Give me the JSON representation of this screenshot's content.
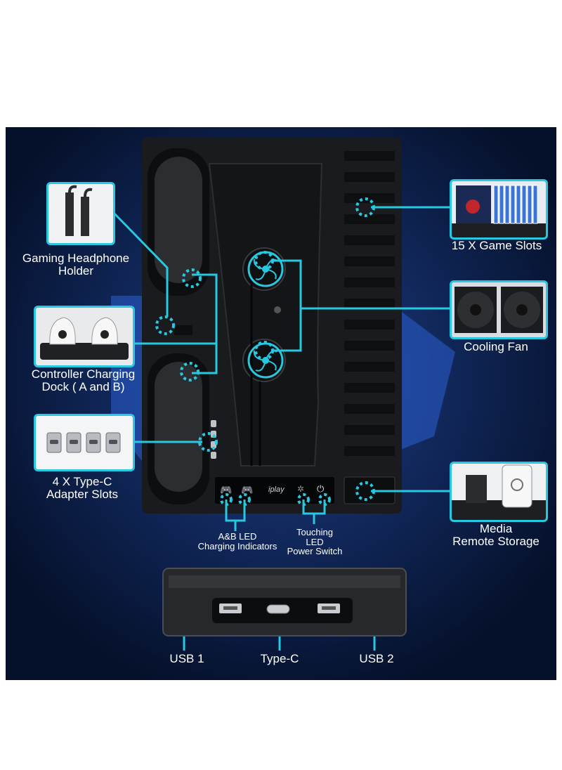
{
  "brand": "iplay",
  "colors": {
    "accent": "#27c8e0",
    "background": "#07122e",
    "device": "#1a1b1e"
  },
  "labels": {
    "headphone_line1": "Gaming Headphone",
    "headphone_line2": "Holder",
    "controller_line1": "Controller Charging",
    "controller_line2": "Dock ( A and B)",
    "typec_line1": "4 X Type-C",
    "typec_line2": "Adapter Slots",
    "game_slots": "15 X Game Slots",
    "cooling_fan": "Cooling Fan",
    "media_line1": "Media",
    "media_line2": "Remote Storage",
    "ab_led_line1": "A&B LED",
    "ab_led_line2": "Charging Indicators",
    "touch_line1": "Touching",
    "touch_line2": "LED",
    "touch_line3": "Power Switch",
    "usb1": "USB 1",
    "type_c": "Type-C",
    "usb2": "USB 2"
  },
  "icons": [
    "headphone-hook-icon",
    "controller-dock-icon",
    "type-c-adapter-icon",
    "game-case-icon",
    "fan-icon",
    "remote-storage-icon",
    "usb-port-icon",
    "gamepad-icon",
    "power-icon"
  ]
}
